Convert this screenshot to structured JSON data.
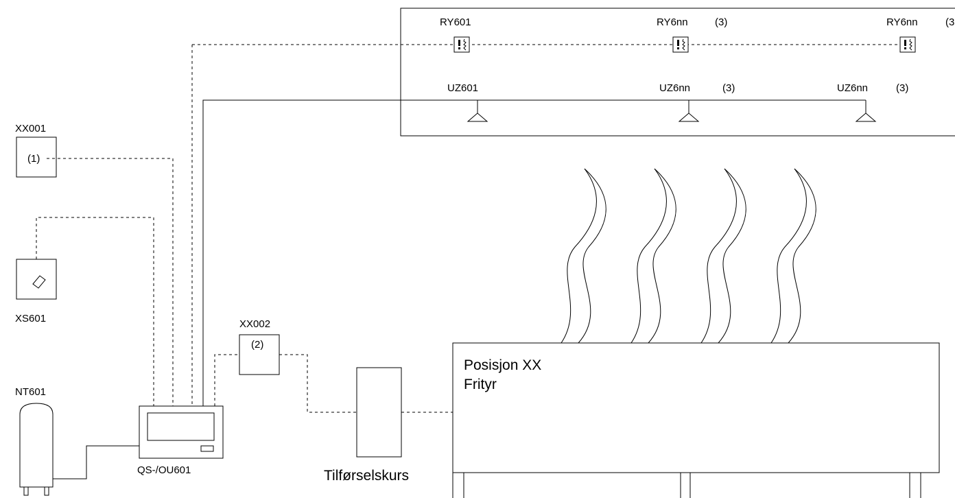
{
  "labels": {
    "ry601": "RY601",
    "ry6nn_1": "RY6nn",
    "ry6nn_2": "RY6nn",
    "note_ry_1": "(3)",
    "note_ry_2": "(3",
    "uz601": "UZ601",
    "uz6nn_1": "UZ6nn",
    "uz6nn_2": "UZ6nn",
    "note_uz_1": "(3)",
    "note_uz_2": "(3)",
    "xx001": "XX001",
    "xx001_note": "(1)",
    "xs601": "XS601",
    "nt601": "NT601",
    "xx002": "XX002",
    "xx002_note": "(2)",
    "controller": "QS-/OU601",
    "supply": "Tilførselskurs",
    "position_line1": "Posisjon XX",
    "position_line2": "Frityr"
  }
}
